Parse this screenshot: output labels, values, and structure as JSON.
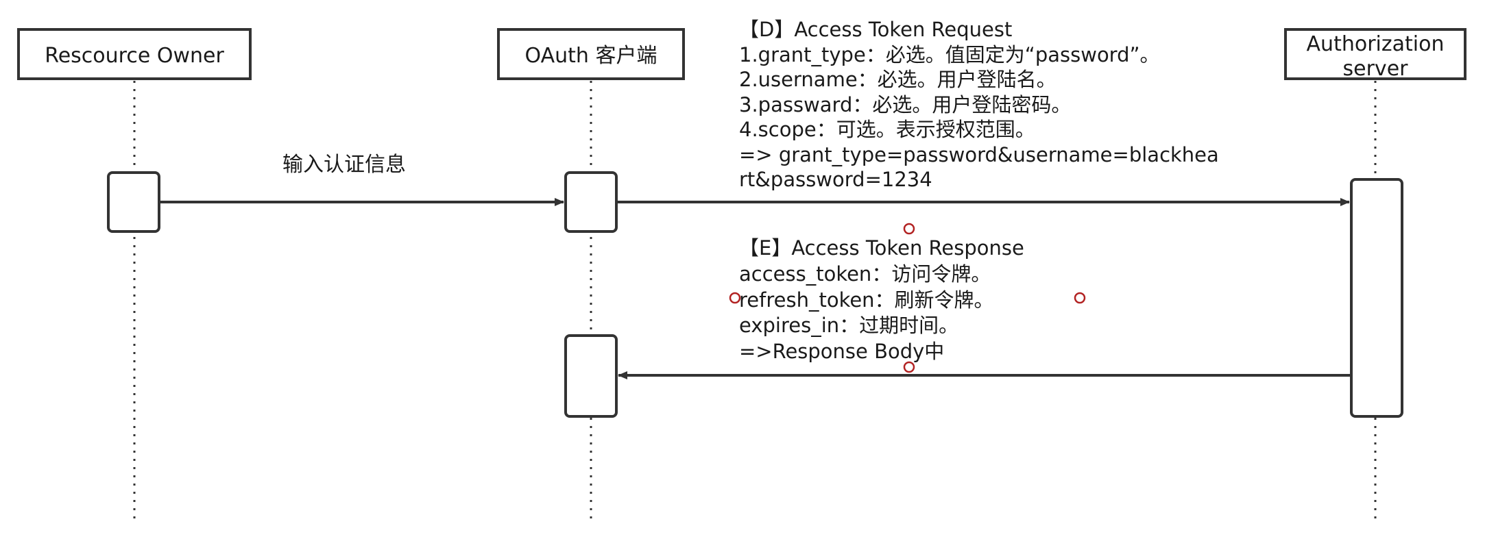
{
  "participants": [
    {
      "id": "resource-owner",
      "label": "Rescource Owner"
    },
    {
      "id": "oauth-client",
      "label": "OAuth 客户端"
    },
    {
      "id": "auth-server",
      "label_lines": [
        "Authorization",
        "server"
      ]
    }
  ],
  "messages": {
    "owner_to_client": {
      "label": "输入认证信息"
    },
    "request": {
      "lines": [
        "【D】Access Token Request",
        "1.grant_type：必选。值固定为“password”。",
        "2.username：必选。用户登陆名。",
        "3.passward：必选。用户登陆密码。",
        "4.scope：可选。表示授权范围。",
        "=> grant_type=password&username=blackhea",
        "rt&password=1234"
      ]
    },
    "response": {
      "lines": [
        "【E】Access Token Response",
        "access_token：访问令牌。",
        "refresh_token：刷新令牌。",
        "expires_in：过期时间。",
        "=>Response Body中"
      ]
    }
  },
  "colors": {
    "stroke": "#333333",
    "text": "#1a1a1a",
    "selection_handle": "#b22222"
  }
}
